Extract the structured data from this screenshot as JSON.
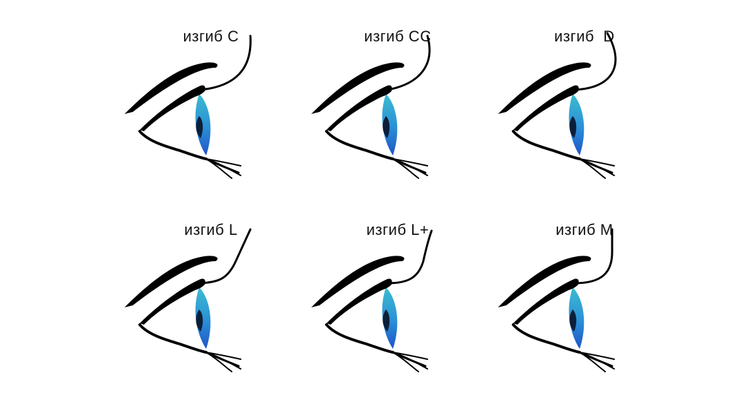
{
  "diagram": {
    "curls": [
      {
        "label": "изгиб C",
        "curl": "C"
      },
      {
        "label": "изгиб CC",
        "curl": "CC"
      },
      {
        "label": "изгиб  D",
        "curl": "D"
      },
      {
        "label": "изгиб L",
        "curl": "L"
      },
      {
        "label": "изгиб L+",
        "curl": "L+"
      },
      {
        "label": "изгиб M",
        "curl": "M"
      }
    ]
  },
  "colors": {
    "ink": "#000000",
    "iris_light": "#3bbcd0",
    "iris_dark": "#1f55c8",
    "pupil": "#0c1f3a",
    "label": "#111111"
  }
}
